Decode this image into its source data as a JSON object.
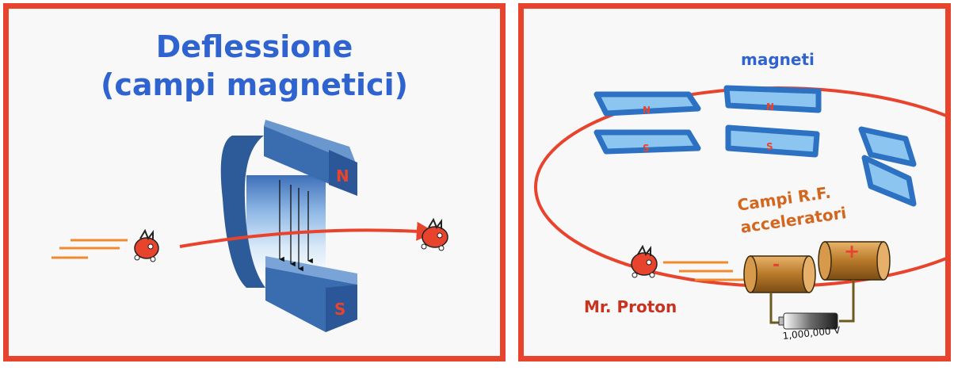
{
  "left_panel": {
    "title_line1": "Deflessione",
    "title_line2": "(campi magnetici)",
    "pole_north": "N",
    "pole_south": "S"
  },
  "right_panel": {
    "magnets_label": "magneti",
    "pole_north": "N",
    "pole_south": "S",
    "rf_label_line1": "Campi R.F.",
    "rf_label_line2": "acceleratori",
    "minus_sign": "-",
    "plus_sign": "+",
    "proton_label": "Mr. Proton",
    "voltage_label": "1,000,000 V"
  },
  "colors": {
    "frame": "#e8432c",
    "title_blue": "#2f63cf",
    "magnet_blue": "#2d5a98",
    "trajectory_red": "#e8432c",
    "proton_label_red": "#c8321e",
    "rf_label_orange": "#d4661e",
    "speed_lines_orange": "#f08a2c",
    "cylinder_bronze": "#b8782a"
  }
}
